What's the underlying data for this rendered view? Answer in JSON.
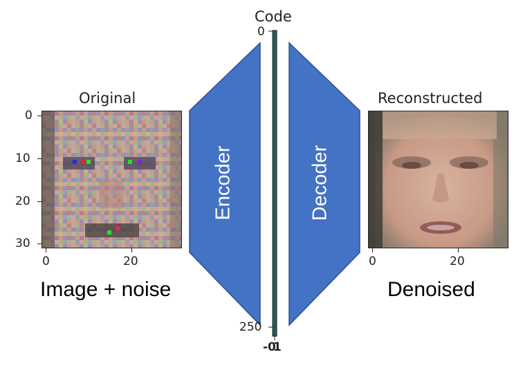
{
  "original_panel": {
    "title": "Original",
    "y_ticks": [
      "0",
      "10",
      "20",
      "30"
    ],
    "x_ticks": [
      "0",
      "20"
    ],
    "caption": "Image + noise"
  },
  "encoder": {
    "label": "Encoder",
    "color": "#4472C4"
  },
  "code_panel": {
    "title": "Code",
    "y_ticks": [
      "0",
      "250"
    ],
    "x_ticks": [
      "-0",
      "1"
    ],
    "bar_color": "#1f5f5a"
  },
  "decoder": {
    "label": "Decoder",
    "color": "#4472C4"
  },
  "reconstructed_panel": {
    "title": "Reconstructed",
    "x_ticks": [
      "0",
      "20"
    ],
    "caption": "Denoised"
  }
}
